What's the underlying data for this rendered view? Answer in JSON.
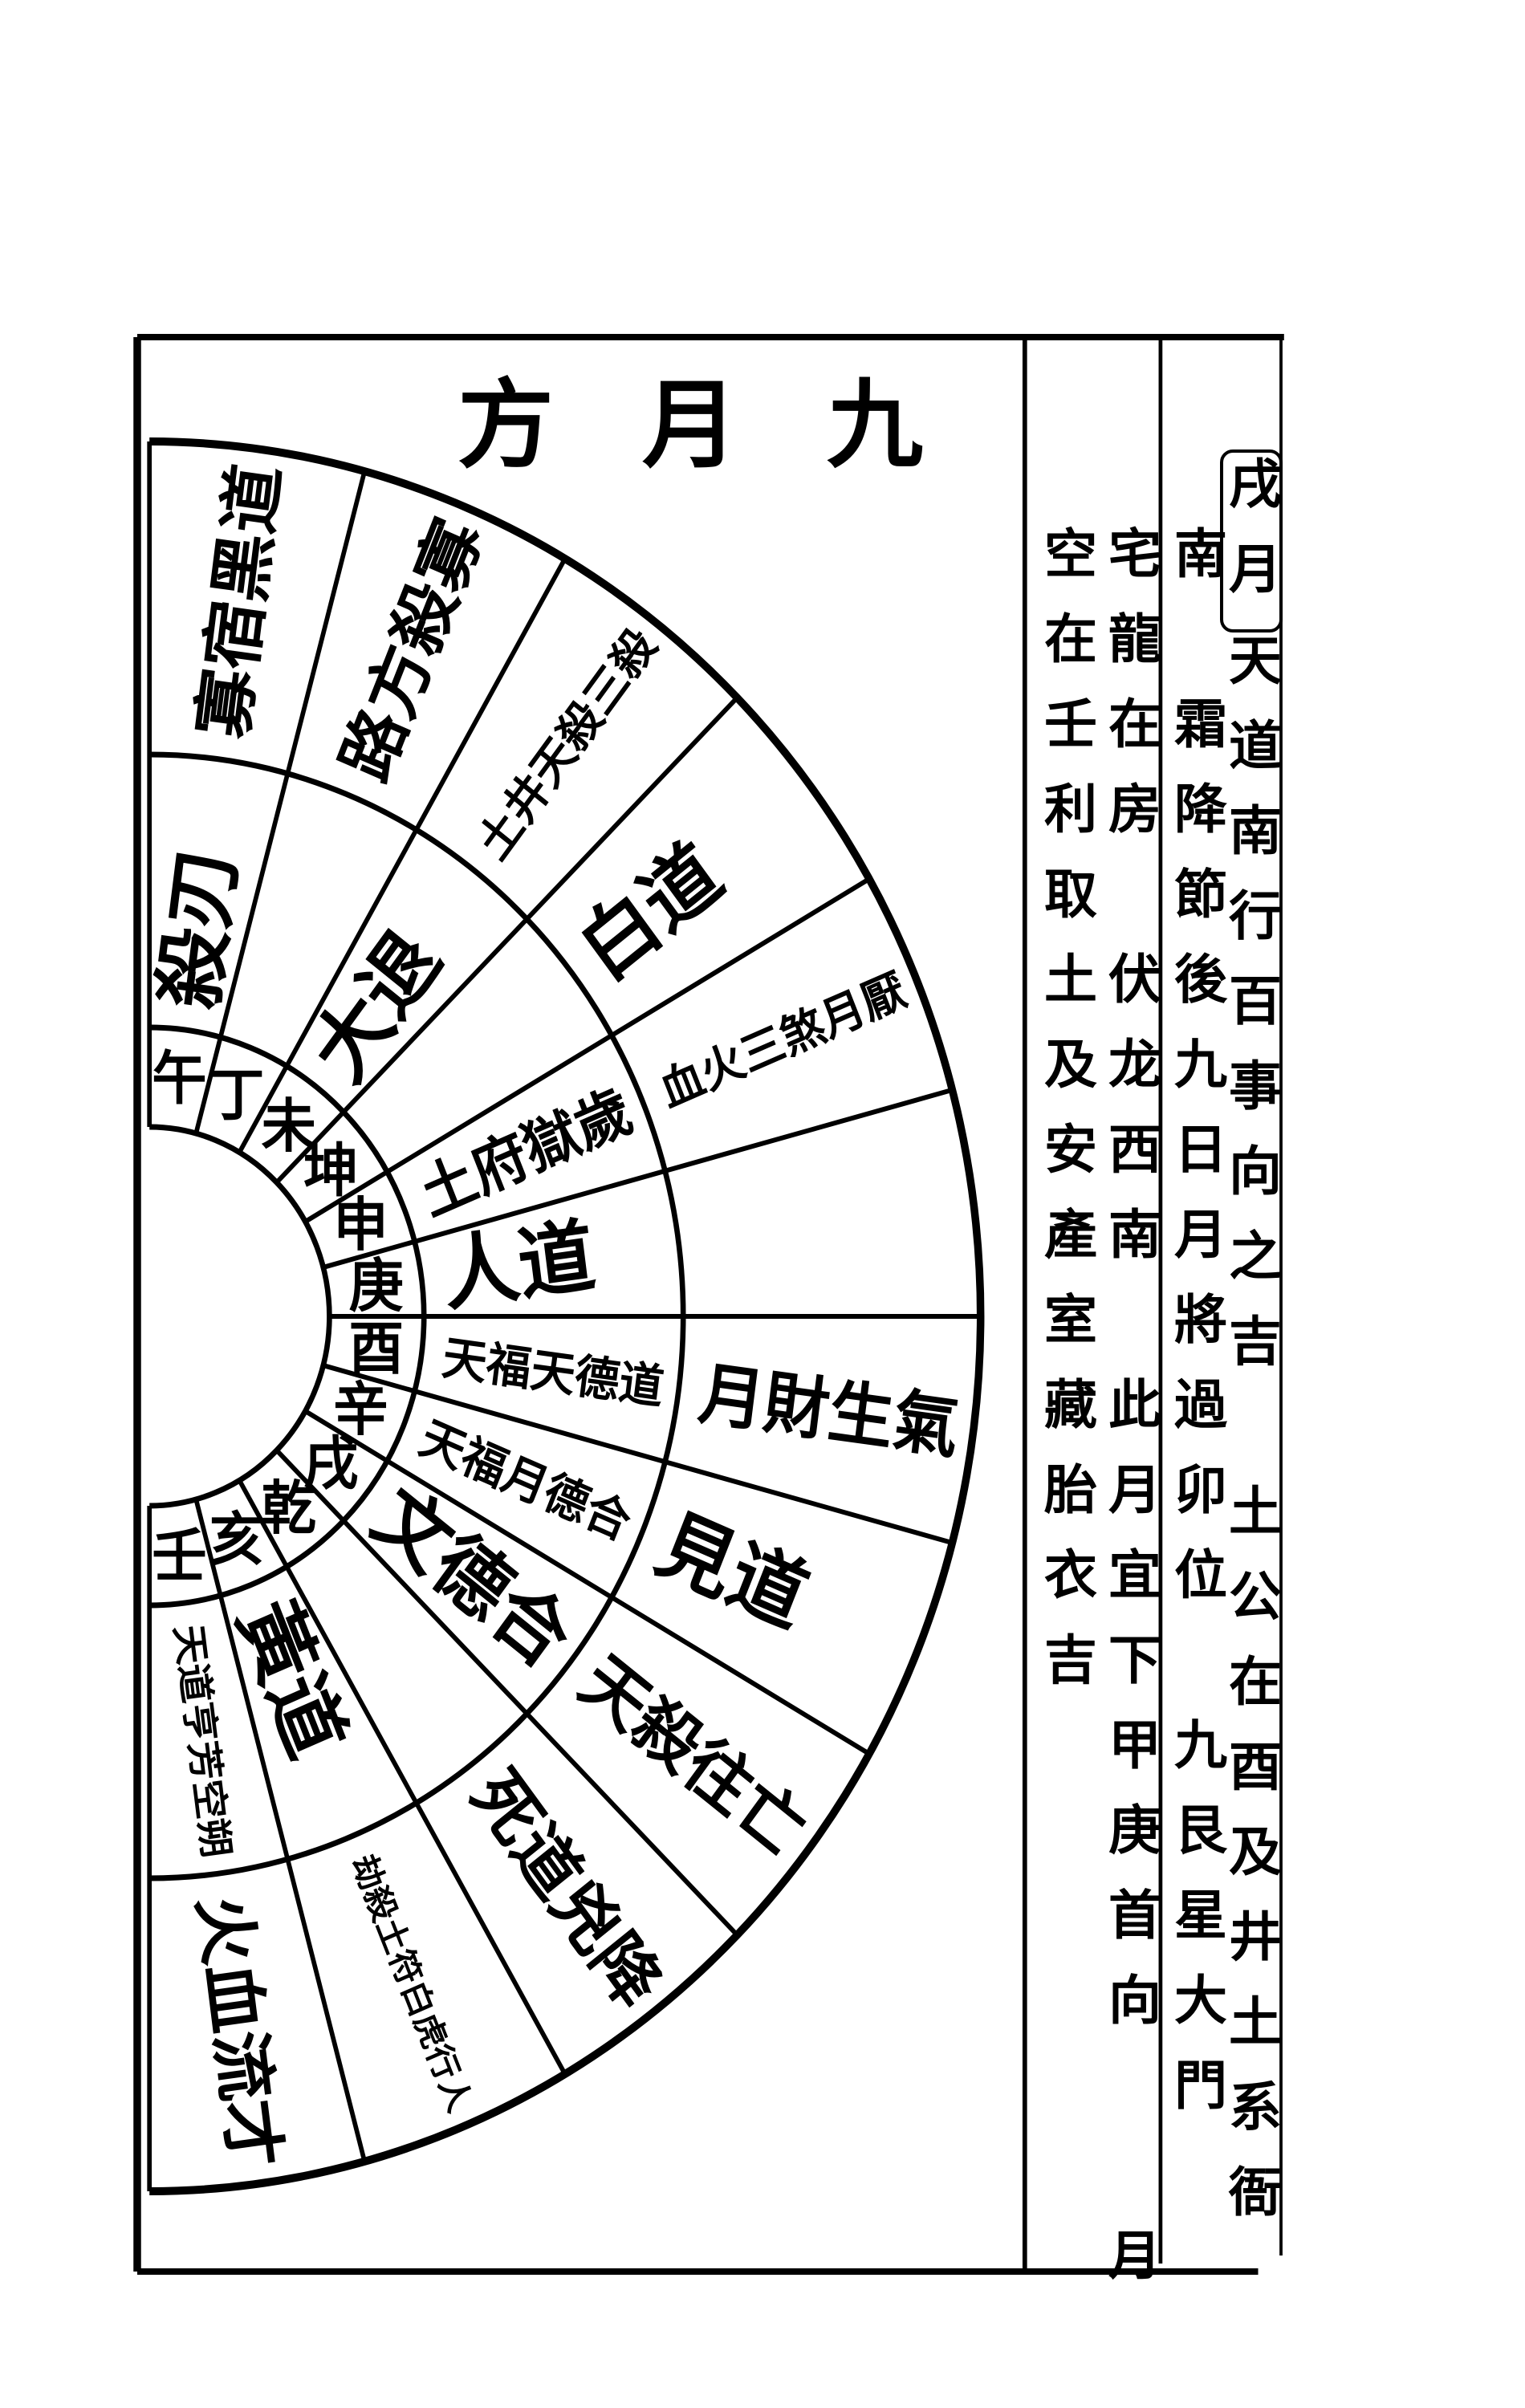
{
  "title": "九月方",
  "columns": {
    "col1_head": "戌月",
    "col1": "天道南行百事向之吉　土公在酉及井土系衙",
    "col2": "南　霜降節後九日月將過卯位　九艮星大門",
    "col3": "宅龍在房　伏龙西南　此月宜下甲庚首向　　月",
    "col4": "空在壬利取土及安產室藏胎衣吉"
  },
  "wheel": {
    "segments": [
      {
        "branch": "午",
        "middle": "殺刃",
        "outer": "寡宿黑道"
      },
      {
        "branch": "丁",
        "middle": "",
        "outer": "路方殺寡"
      },
      {
        "branch": "未",
        "middle": "大退",
        "outer": "土井天殺三殺"
      },
      {
        "branch": "坤",
        "middle": "",
        "outer": "白道"
      },
      {
        "branch": "申",
        "middle": "土府獄歲",
        "outer": "血火三煞月厭"
      },
      {
        "branch": "庚",
        "middle": "人道",
        "outer": ""
      },
      {
        "branch": "酉",
        "middle": "天福天德道",
        "outer": "月財生氣"
      },
      {
        "branch": "辛",
        "middle": "天福月德合",
        "outer": "見道"
      },
      {
        "branch": "戌",
        "middle": "文德合",
        "outer": "天殺往亡"
      },
      {
        "branch": "乾",
        "middle": "",
        "outer": "死道兇降"
      },
      {
        "branch": "亥",
        "middle": "黃道",
        "outer": "劫殺土符白虎行人"
      },
      {
        "branch": "壬",
        "middle": "天道亨芳空朔",
        "outer": "火血流才"
      }
    ]
  }
}
